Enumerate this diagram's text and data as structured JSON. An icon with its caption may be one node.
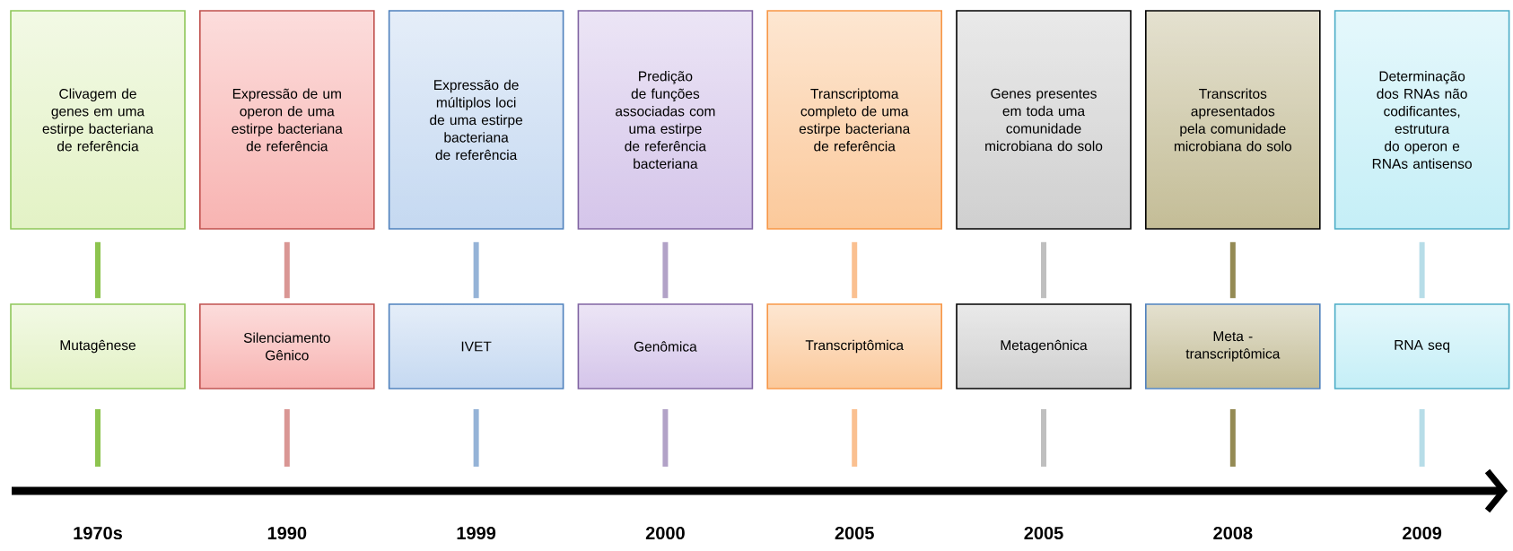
{
  "diagram": {
    "nodes": [
      {
        "text": [
          "Clivagem de genes em uma estirpe bacteriana de referência"
        ]
      },
      {
        "text": [
          "Expressão de um operon de uma estirpe bacteriana de referência"
        ]
      },
      {
        "text": [
          "Expressão de múltiplos loci de uma estirpe bacteriana de referência"
        ]
      },
      {
        "text": [
          "Predição de funções associadas com uma estirpe de referência bacteriana"
        ]
      },
      {
        "text": [
          "Transcriptoma completo de uma estirpe bacteriana de referência"
        ]
      },
      {
        "text": [
          "Genes presentes em toda uma comunidade microbiana do solo"
        ]
      },
      {
        "text": [
          "Transcritos apresentados pela comunidade microbiana do solo"
        ]
      },
      {
        "text": [
          "Determinação dos RNAs não codificantes, estrutura do operon e RNAs antisenso"
        ]
      },
      {
        "text": [
          "Mutagênese"
        ]
      },
      {
        "text": [
          "Silenciamento Gênico"
        ]
      },
      {
        "text": [
          "IVET"
        ]
      },
      {
        "text": [
          "Genômica"
        ]
      },
      {
        "text": [
          "Transcriptômica"
        ]
      },
      {
        "text": [
          "Metagenônica"
        ]
      },
      {
        "text": [
          "Meta - transcriptômica"
        ]
      },
      {
        "text": [
          "RNA seq"
        ]
      }
    ],
    "edges": [
      {
        "from": 0,
        "to": 8,
        "arrow": "none",
        "color": "#8dc44f"
      },
      {
        "from": 1,
        "to": 9,
        "arrow": "none",
        "color": "#d99694"
      },
      {
        "from": 2,
        "to": 10,
        "arrow": "none",
        "color": "#95b3d7"
      },
      {
        "from": 3,
        "to": 11,
        "arrow": "none",
        "color": "#b2a2c7"
      },
      {
        "from": 4,
        "to": 12,
        "arrow": "none",
        "color": "#fac090"
      },
      {
        "from": 5,
        "to": 13,
        "arrow": "none",
        "color": "#bfbfbf"
      },
      {
        "from": 6,
        "to": 14,
        "arrow": "none",
        "color": "#948a54"
      },
      {
        "from": 7,
        "to": 15,
        "arrow": "none",
        "color": "#b7dde8"
      }
    ],
    "labels": [
      "1970s",
      "1990",
      "1999",
      "2000",
      "2005",
      "2005",
      "2008",
      "2009"
    ]
  }
}
